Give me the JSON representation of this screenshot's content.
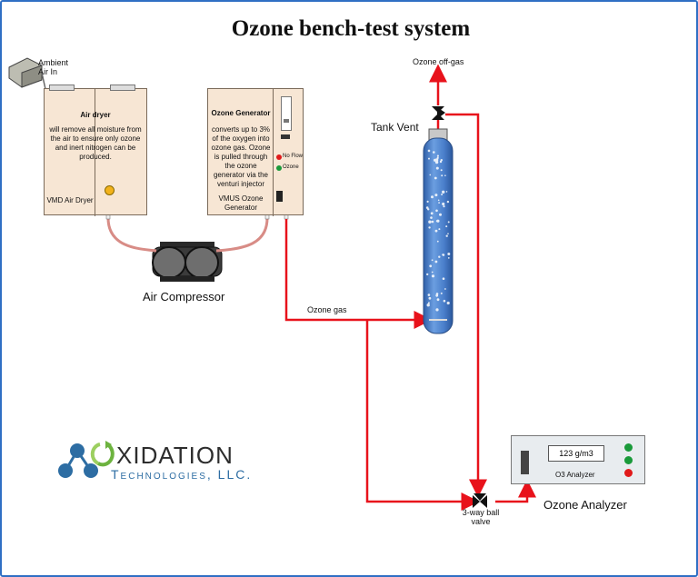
{
  "title": "Ozone bench-test system",
  "labels": {
    "ambient_air_in": "Ambient Air In",
    "ozone_offgas": "Ozone off-gas",
    "tank_vent": "Tank Vent",
    "ozone_gas": "Ozone gas",
    "air_compressor": "Air Compressor",
    "ball_valve": "3-way ball valve",
    "ozone_analyzer": "Ozone Analyzer"
  },
  "air_dryer": {
    "heading": "Air dryer",
    "description": "will remove all moisture from the air to ensure only ozone and inert nitrogen can be produced.",
    "model": "VMD Air Dryer"
  },
  "ozone_generator": {
    "heading": "Ozone Generator",
    "description": "converts up to 3% of the oxygen into ozone gas. Ozone is pulled through the ozone generator via the venturi injector",
    "model": "VMUS Ozone Generator",
    "indicator_no_flow": "No Flow",
    "indicator_ozone": "Ozone"
  },
  "analyzer": {
    "reading": "123 g/m3",
    "name": "O3 Analyzer"
  },
  "logo": {
    "text1": "XIDATION",
    "text2": "Technologies, LLC."
  },
  "colors": {
    "pipe": "#e8121b",
    "tank": "#4f86d0",
    "logo_blue": "#2d6da3",
    "logo_green": "#6db33f"
  }
}
